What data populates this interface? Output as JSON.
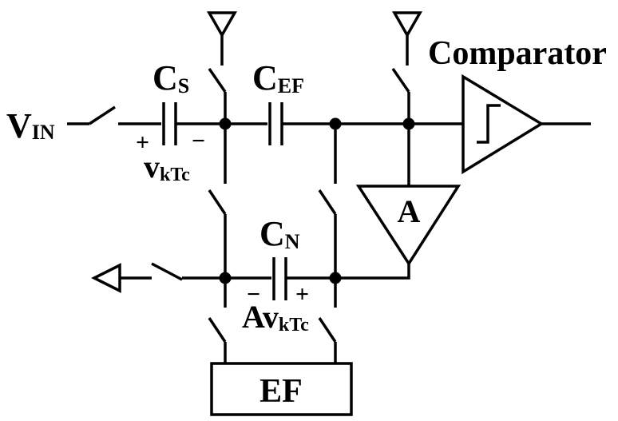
{
  "diagram": {
    "labels": {
      "vin_main": "V",
      "vin_sub": "IN",
      "cs_main": "C",
      "cs_sub": "S",
      "cef_main": "C",
      "cef_sub": "EF",
      "cn_main": "C",
      "cn_sub": "N",
      "comparator": "Comparator",
      "amp": "A",
      "ef": "EF",
      "vktc_main": "v",
      "vktc_sub": "kTc",
      "avktc_main": "Av",
      "avktc_sub": "kTc",
      "plus": "+",
      "minus": "−"
    }
  }
}
